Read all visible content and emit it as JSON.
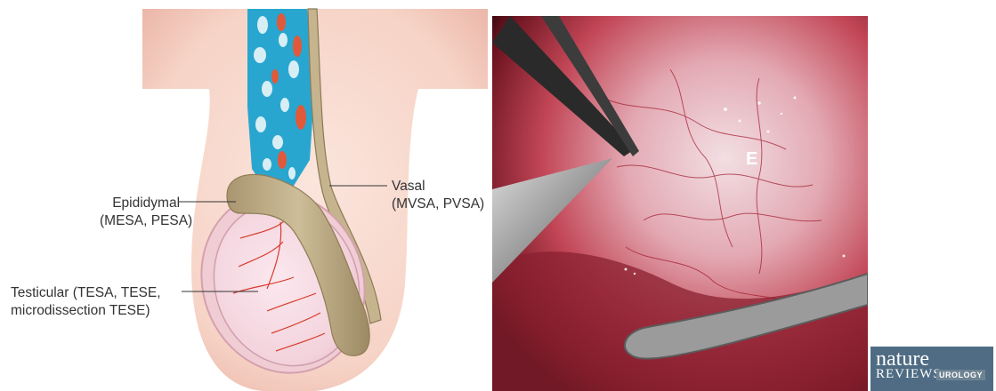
{
  "labels": {
    "epididymal": [
      "Epididymal",
      "(MESA, PESA)"
    ],
    "testicular": [
      "Testicular (TESA, TESE,",
      "microdissection TESE)"
    ],
    "vasal": [
      "Vasal",
      "(MVSA, PVSA)"
    ],
    "photo_marker": "E"
  },
  "logo": {
    "line1": "nature",
    "line2": "REVIEWS",
    "section": "UROLOGY"
  },
  "colors": {
    "skin": "#f6d5c9",
    "vein_blue": "#29a6cf",
    "vessel_red": "#e1593a",
    "epididymis_tan": "#c5b38f",
    "testis_pink": "#f7dde4",
    "logo_bg": "#4f6c84"
  }
}
